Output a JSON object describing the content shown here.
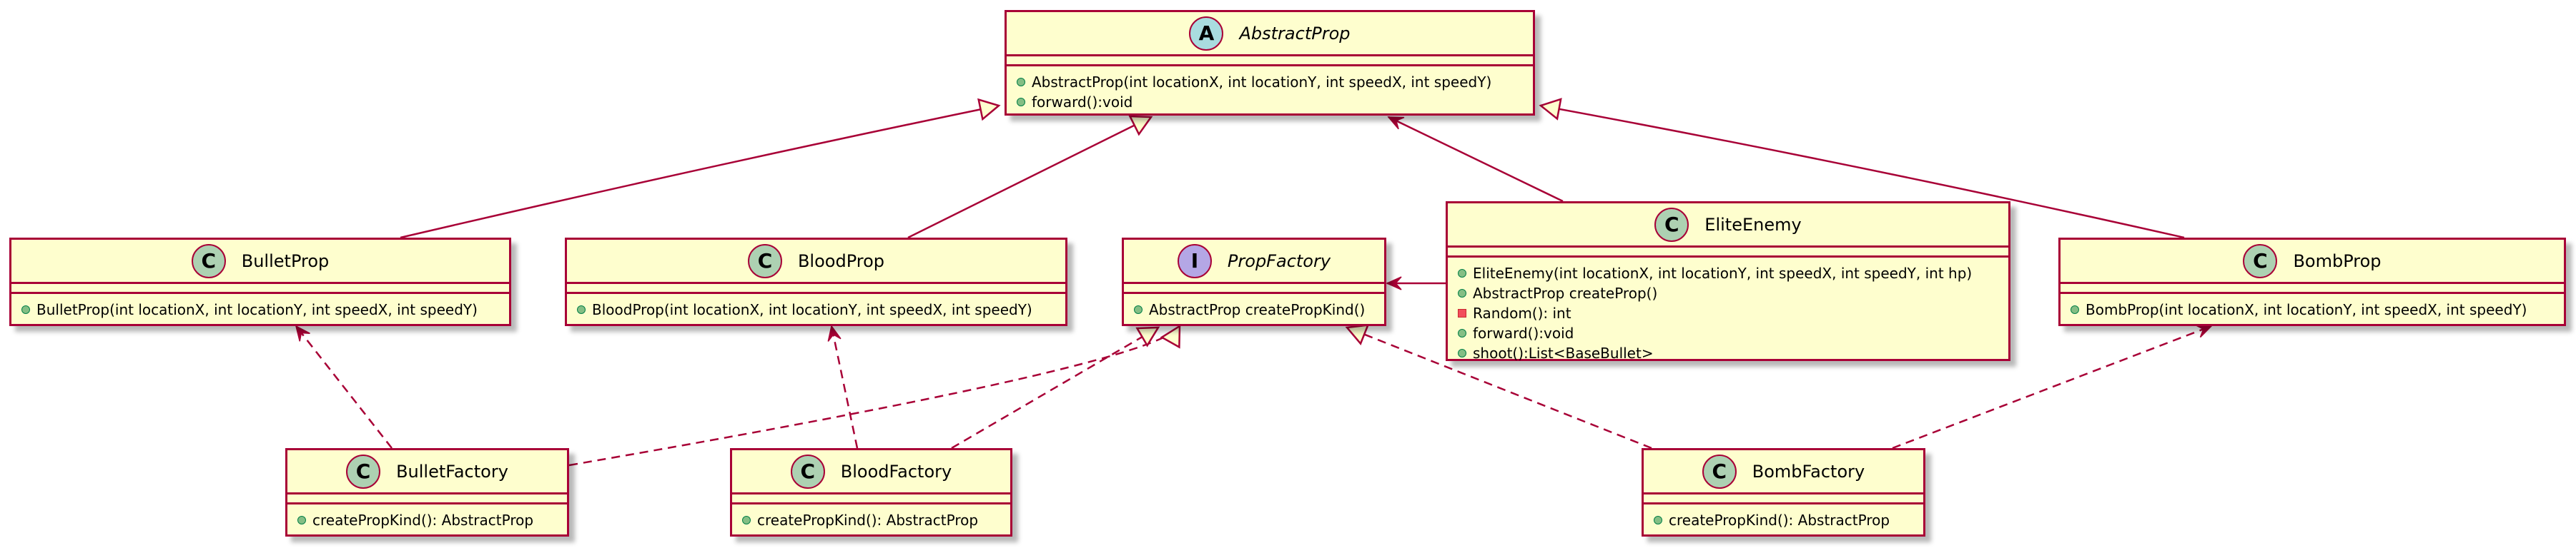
{
  "diagram": {
    "line_color": "#A80036",
    "box_fill": "#FEFECE",
    "classes": {
      "abstract_prop": {
        "stereotype": "A",
        "name": "AbstractProp",
        "members": [
          {
            "text": "AbstractProp(int locationX, int locationY, int speedX, int speedY)",
            "visibility": "public"
          },
          {
            "text": "forward():void",
            "visibility": "public"
          }
        ]
      },
      "bullet_prop": {
        "stereotype": "C",
        "name": "BulletProp",
        "members": [
          {
            "text": "BulletProp(int locationX, int locationY, int speedX, int speedY)",
            "visibility": "public"
          }
        ]
      },
      "blood_prop": {
        "stereotype": "C",
        "name": "BloodProp",
        "members": [
          {
            "text": "BloodProp(int locationX, int locationY, int speedX, int speedY)",
            "visibility": "public"
          }
        ]
      },
      "prop_factory": {
        "stereotype": "I",
        "name": "PropFactory",
        "members": [
          {
            "text": "AbstractProp createPropKind()",
            "visibility": "public"
          }
        ]
      },
      "elite_enemy": {
        "stereotype": "C",
        "name": "EliteEnemy",
        "members": [
          {
            "text": "EliteEnemy(int locationX, int locationY, int speedX, int speedY, int hp)",
            "visibility": "public"
          },
          {
            "text": "AbstractProp createProp()",
            "visibility": "public"
          },
          {
            "text": "Random(): int",
            "visibility": "private"
          },
          {
            "text": "forward():void",
            "visibility": "public"
          },
          {
            "text": "shoot():List<BaseBullet>",
            "visibility": "public"
          }
        ]
      },
      "bomb_prop": {
        "stereotype": "C",
        "name": "BombProp",
        "members": [
          {
            "text": "BombProp(int locationX, int locationY, int speedX, int speedY)",
            "visibility": "public"
          }
        ]
      },
      "bullet_factory": {
        "stereotype": "C",
        "name": "BulletFactory",
        "members": [
          {
            "text": "createPropKind(): AbstractProp",
            "visibility": "public"
          }
        ]
      },
      "blood_factory": {
        "stereotype": "C",
        "name": "BloodFactory",
        "members": [
          {
            "text": "createPropKind(): AbstractProp",
            "visibility": "public"
          }
        ]
      },
      "bomb_factory": {
        "stereotype": "C",
        "name": "BombFactory",
        "members": [
          {
            "text": "createPropKind(): AbstractProp",
            "visibility": "public"
          }
        ]
      }
    },
    "relations": [
      {
        "from": "bullet_prop",
        "to": "abstract_prop",
        "kind": "inheritance"
      },
      {
        "from": "blood_prop",
        "to": "abstract_prop",
        "kind": "inheritance"
      },
      {
        "from": "bomb_prop",
        "to": "abstract_prop",
        "kind": "inheritance"
      },
      {
        "from": "elite_enemy",
        "to": "abstract_prop",
        "kind": "association"
      },
      {
        "from": "elite_enemy",
        "to": "prop_factory",
        "kind": "association"
      },
      {
        "from": "bullet_factory",
        "to": "bullet_prop",
        "kind": "dependency"
      },
      {
        "from": "blood_factory",
        "to": "blood_prop",
        "kind": "dependency"
      },
      {
        "from": "bomb_factory",
        "to": "bomb_prop",
        "kind": "dependency"
      },
      {
        "from": "bullet_factory",
        "to": "prop_factory",
        "kind": "realization"
      },
      {
        "from": "blood_factory",
        "to": "prop_factory",
        "kind": "realization"
      },
      {
        "from": "bomb_factory",
        "to": "prop_factory",
        "kind": "realization"
      }
    ]
  }
}
